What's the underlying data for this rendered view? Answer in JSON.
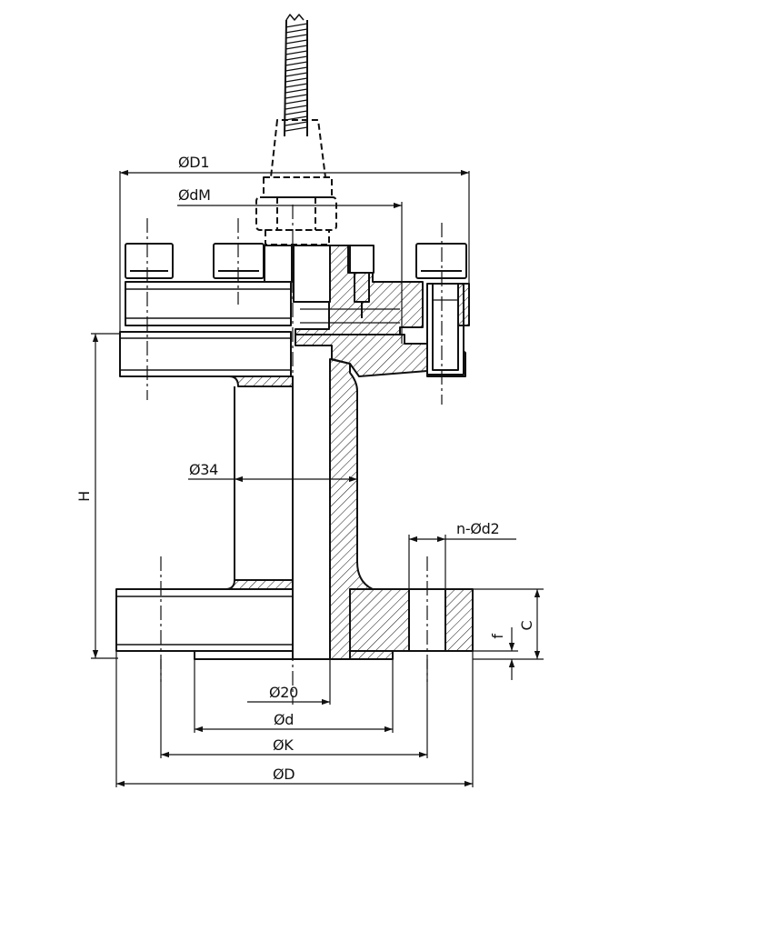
{
  "labels": {
    "D1": "ØD1",
    "dM": "ØdM",
    "d34": "Ø34",
    "H": "H",
    "nd2": "n-Ød2",
    "C": "C",
    "f": "f",
    "d20": "Ø20",
    "d": "Ød",
    "K": "ØK",
    "D": "ØD"
  },
  "colors": {
    "line": "#111111",
    "paper": "#ffffff"
  }
}
